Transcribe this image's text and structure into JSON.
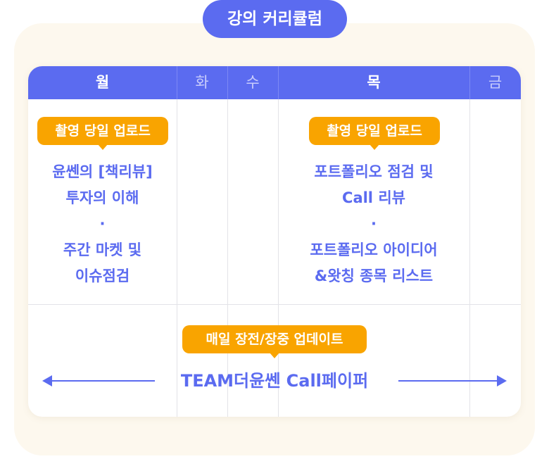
{
  "title": "강의 커리큘럼",
  "days": [
    "월",
    "화",
    "수",
    "목",
    "금"
  ],
  "monday": {
    "badge": "촬영 당일 업로드",
    "line1": "윤쎈의 [책리뷰]",
    "line2": "투자의 이해",
    "dot": "·",
    "line3": "주간 마켓 및",
    "line4": "이슈점검"
  },
  "thursday": {
    "badge": "촬영 당일 업로드",
    "line1": "포트폴리오 점검 및",
    "line2": "Call 리뷰",
    "dot": "·",
    "line3": "포트폴리오 아이디어",
    "line4": "&왓칭 종목 리스트"
  },
  "daily": {
    "badge": "매일 장전/장중 업데이트",
    "title": "TEAM더윤쎈 Call페이퍼"
  },
  "colors": {
    "accent": "#5b6bf0",
    "badge": "#f9a400",
    "background": "#fdf8ee"
  }
}
